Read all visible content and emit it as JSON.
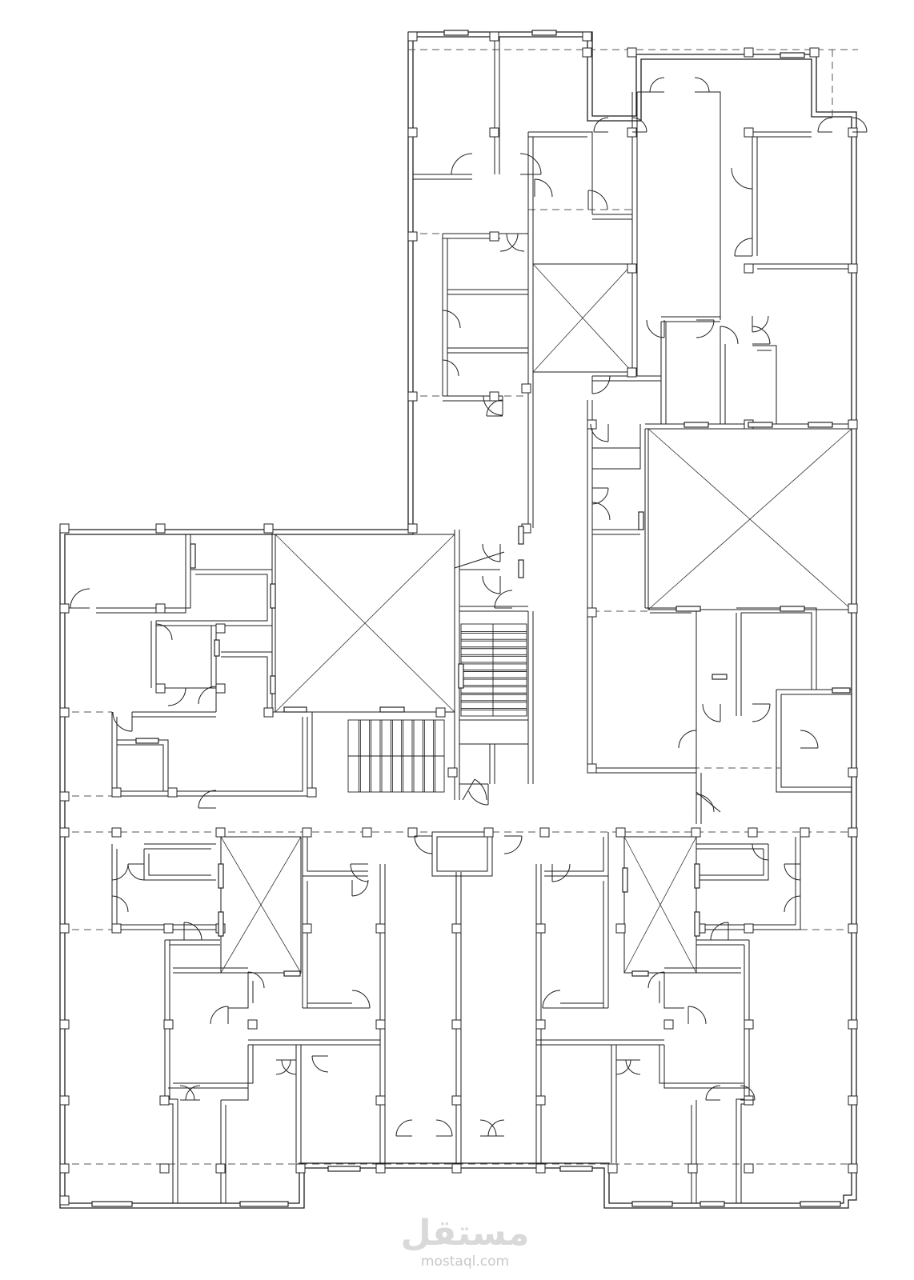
{
  "watermark": {
    "logo_text": "مستقل",
    "url": "mostaql.com",
    "color": "#d9d9d9"
  },
  "drawing": {
    "line_color": "#1c1c1c",
    "background": "#ffffff",
    "voids_shown": 5,
    "staircases_shown": 2
  }
}
